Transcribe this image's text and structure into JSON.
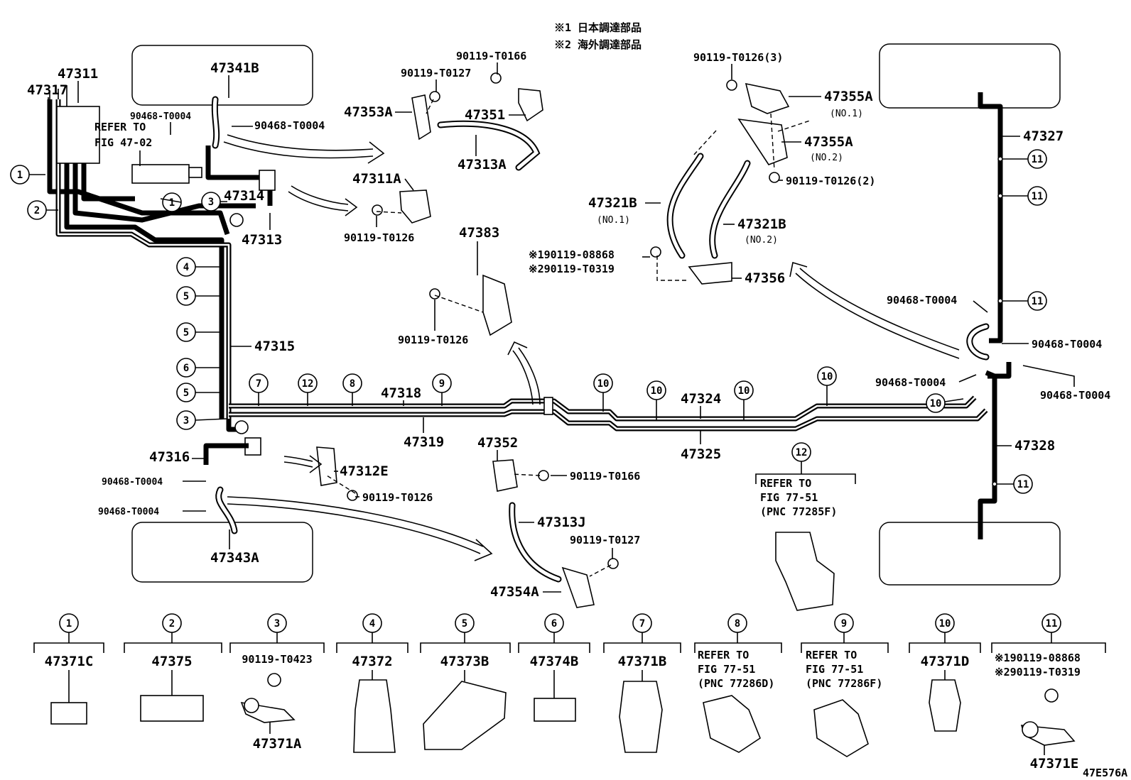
{
  "notes": {
    "note1": "※1 日本調達部品",
    "note2": "※2 海外調達部品"
  },
  "diagram_id": "47E576A",
  "callouts": {
    "p47311": "47311",
    "p47317": "47317",
    "p47341B": "47341B",
    "p90468_a": "90468-T0004",
    "p90468_b": "90468-T0004",
    "refer_top_1": "REFER TO",
    "refer_top_2": "FIG 47-02",
    "p47314": "47314",
    "p47313": "47313",
    "p47315": "47315",
    "p47316": "47316",
    "p90468_c": "90468-T0004",
    "p90468_d": "90468-T0004",
    "p47343A": "47343A",
    "p47318": "47318",
    "p47319": "47319",
    "p47312E": "47312E",
    "p90119_T0126_e": "90119-T0126",
    "p90119_T0166_a": "90119-T0166",
    "p90119_T0127_a": "90119-T0127",
    "p47353A": "47353A",
    "p47351": "47351",
    "p47313A": "47313A",
    "p47311A": "47311A",
    "p90119_T0126_a": "90119-T0126",
    "p47383": "47383",
    "p90119_T0126_b": "90119-T0126",
    "p47352": "47352",
    "p90119_T0166_b": "90119-T0166",
    "p47313J": "47313J",
    "p90119_T0127_b": "90119-T0127",
    "p47354A": "47354A",
    "p90119_T0126_3": "90119-T0126(3)",
    "p47355A_1": "47355A",
    "no1_a": "(NO.1)",
    "p47355A_2": "47355A",
    "no2_a": "(NO.2)",
    "p90119_T0126_2": "90119-T0126(2)",
    "p47321B_1": "47321B",
    "no1_b": "(NO.1)",
    "p47321B_2": "47321B",
    "no2_b": "(NO.2)",
    "p90119_08868": "※190119-08868",
    "p90119_T0319": "※290119-T0319",
    "p47356": "47356",
    "p47324": "47324",
    "p47325": "47325",
    "p47327": "47327",
    "p47328": "47328",
    "p90468_e": "90468-T0004",
    "p90468_f": "90468-T0004",
    "p90468_g": "90468-T0004",
    "p90468_h": "90468-T0004",
    "refer12_1": "REFER TO",
    "refer12_2": "FIG 77-51",
    "refer12_3": "(PNC 77285F)"
  },
  "legend": [
    {
      "n": "1",
      "label": "47371C"
    },
    {
      "n": "2",
      "label": "47375"
    },
    {
      "n": "3",
      "label": "90119-T0423",
      "sub": "47371A"
    },
    {
      "n": "4",
      "label": "47372"
    },
    {
      "n": "5",
      "label": "47373B"
    },
    {
      "n": "6",
      "label": "47374B"
    },
    {
      "n": "7",
      "label": "47371B"
    },
    {
      "n": "8",
      "label": "REFER TO",
      "l2": "FIG 77-51",
      "l3": "(PNC 77286D)"
    },
    {
      "n": "9",
      "label": "REFER TO",
      "l2": "FIG 77-51",
      "l3": "(PNC 77286F)"
    },
    {
      "n": "10",
      "label": "47371D"
    },
    {
      "n": "11",
      "label": "※190119-08868",
      "l2": "※290119-T0319",
      "sub": "47371E"
    }
  ],
  "markers": [
    "1",
    "1",
    "2",
    "3",
    "3",
    "4",
    "5",
    "5",
    "6",
    "5",
    "7",
    "12",
    "8",
    "9",
    "10",
    "10",
    "10",
    "10",
    "10",
    "11",
    "11",
    "11",
    "11",
    "12"
  ]
}
